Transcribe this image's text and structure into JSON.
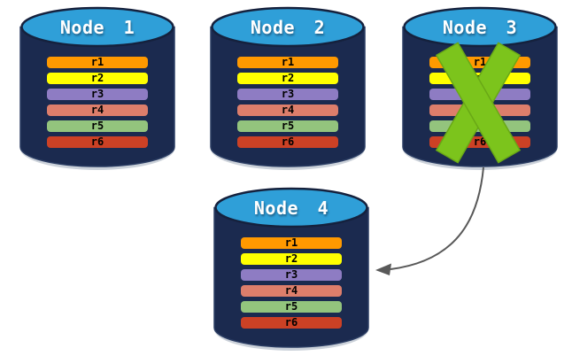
{
  "diagram_type": "database-replication-failover",
  "nodes": [
    {
      "label": "Node 1",
      "failed": false
    },
    {
      "label": "Node 2",
      "failed": false
    },
    {
      "label": "Node 3",
      "failed": true
    },
    {
      "label": "Node 4",
      "failed": false
    }
  ],
  "replicas": [
    {
      "label": "r1",
      "color": "#ff9900"
    },
    {
      "label": "r2",
      "color": "#ffff00"
    },
    {
      "label": "r3",
      "color": "#8e7cc3"
    },
    {
      "label": "r4",
      "color": "#dd7e6b"
    },
    {
      "label": "r5",
      "color": "#93c47d"
    },
    {
      "label": "r6",
      "color": "#cc4125"
    }
  ],
  "annotations": {
    "failure_x": {
      "on_node": "Node 3",
      "color": "#7cc41c"
    },
    "failover_arrow": {
      "from": "Node 3",
      "to": "Node 4",
      "color": "#595959"
    }
  },
  "colors": {
    "cylinder_body": "#1b2a4f",
    "cylinder_top": "#2f9fd8",
    "cylinder_shadow": "#ccd2da",
    "title_text": "#ffffff",
    "bar_text": "#000000",
    "background": "#ffffff"
  }
}
